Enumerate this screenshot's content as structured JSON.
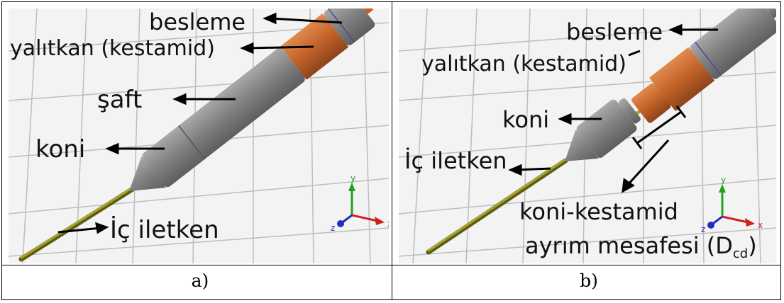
{
  "panels": [
    {
      "caption": "a)",
      "labels": {
        "besleme": "besleme",
        "yalitkan": "yalıtkan (kestamid)",
        "saft": "şaft",
        "koni": "koni",
        "ic_iletken": "İç iletken"
      },
      "axes": {
        "x": "x",
        "y": "y",
        "z": "z"
      }
    },
    {
      "caption": "b)",
      "labels": {
        "besleme": "besleme",
        "yalitkan": "yalıtkan (kestamid)",
        "koni": "koni",
        "ic_iletken": "İç iletken",
        "separation_1": "koni-kestamid",
        "separation_2": "ayrım mesafesi (D",
        "separation_sub": "cd",
        "separation_close": ")"
      },
      "axes": {
        "x": "x",
        "y": "y",
        "z": "z"
      }
    }
  ],
  "colors": {
    "background": "#f3f3f3",
    "grid": "#bdbdbd",
    "shaft": "#8a8a8a",
    "insulator": "#c8682b",
    "conductor": "#8c8a1e",
    "axis_x": "#d02020",
    "axis_y": "#20a020",
    "axis_z": "#2030c0"
  }
}
